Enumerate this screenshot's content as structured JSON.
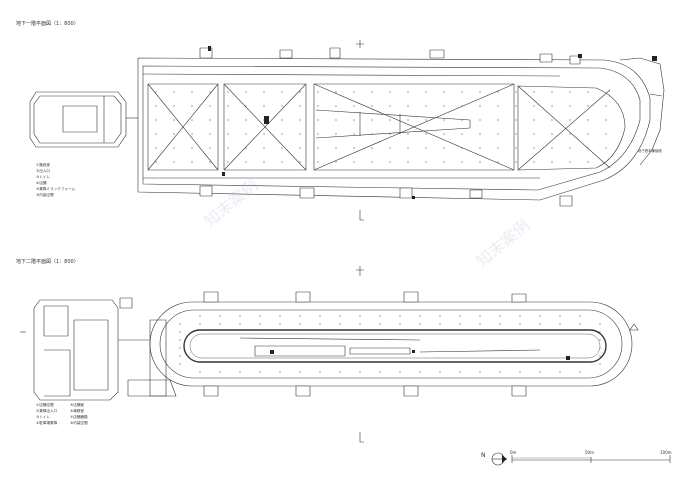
{
  "floor1": {
    "title": "地下一階平面図（1：800）",
    "legend": [
      "①階段室",
      "②出入口",
      "③トイレ",
      "④店舗",
      "⑤乗降ミラックフォーム",
      "⑥内装空間"
    ],
    "note": "地下鉄本棟接続"
  },
  "floor2": {
    "title": "地下二階平面図（1：800）",
    "legend": [
      "①店舗空間",
      "⑤店舗室",
      "②乗降出入口",
      "⑥事務室",
      "③トイレ",
      "⑦店舗通路",
      "④駐車場乗降",
      "⑧内装空間"
    ]
  },
  "north": {
    "label": "N"
  },
  "scale": {
    "labels": [
      "0m",
      "50m",
      "100m"
    ]
  },
  "watermark": {
    "text": "知末案例"
  },
  "colors": {
    "line": "#333333",
    "fill": "#ffffff",
    "dark": "#222222"
  }
}
